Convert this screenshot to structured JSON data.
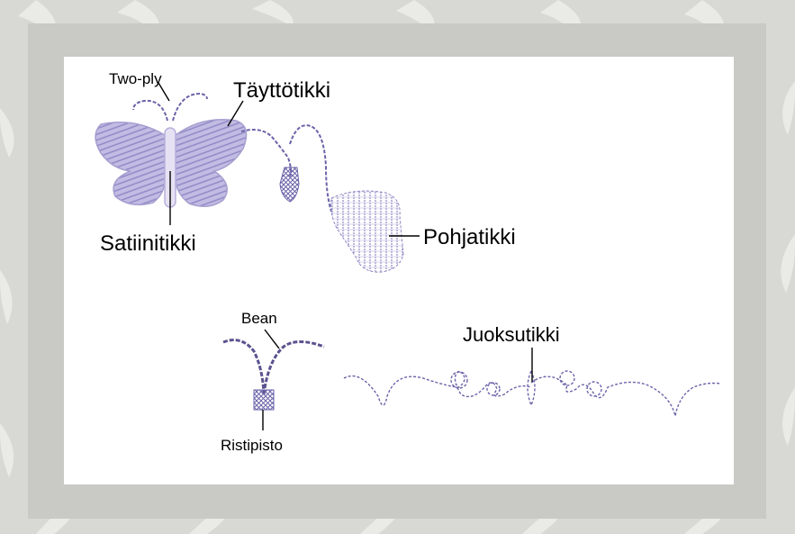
{
  "labels": {
    "two_ply": "Two-ply",
    "fill_stitch": "Täyttötikki",
    "satin_stitch": "Satiinitikki",
    "underlay_stitch": "Pohjatikki",
    "bean": "Bean",
    "cross_stitch": "Ristipisto",
    "running_stitch": "Juoksutikki"
  },
  "colors": {
    "stitch_fill": "#b8b0dc",
    "stitch_line": "#6a63a8",
    "stitch_light": "#e6e2f4",
    "frame": "#c9c9c6",
    "background": "#d8d8d5"
  }
}
